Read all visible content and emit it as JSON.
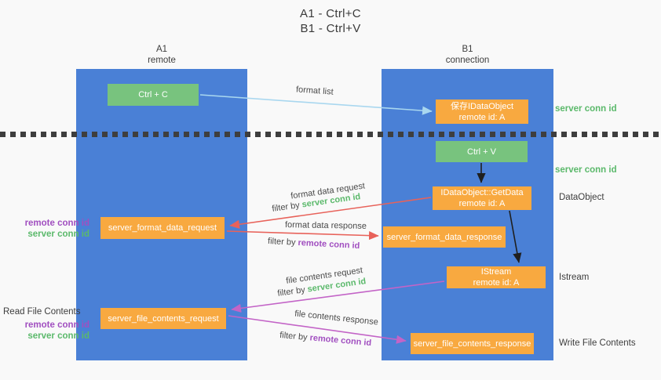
{
  "title": {
    "line1": "A1 - Ctrl+C",
    "line2": "B1 - Ctrl+V"
  },
  "lanes": {
    "a1": {
      "name": "A1",
      "subtitle": "remote"
    },
    "b1": {
      "name": "B1",
      "subtitle": "connection"
    }
  },
  "nodes": {
    "ctrl_c": {
      "label": "Ctrl + C"
    },
    "ctrl_v": {
      "label": "Ctrl + V"
    },
    "save_idataobject": {
      "line1": "保存IDataObject",
      "line2": "remote id: A"
    },
    "getdata": {
      "line1": "IDataObject::GetData",
      "line2": "remote id: A"
    },
    "istream": {
      "line1": "IStream",
      "line2": "remote id: A"
    },
    "format_request": {
      "label": "server_format_data_request"
    },
    "format_response": {
      "label": "server_format_data_response"
    },
    "file_request": {
      "label": "server_file_contents_request"
    },
    "file_response": {
      "label": "server_file_contents_response"
    }
  },
  "annotations": {
    "server_conn_id_top": "server conn id",
    "server_conn_id_mid": "server conn id",
    "dataobject": "DataObject",
    "istream": "Istream",
    "write_file_contents": "Write File Contents",
    "read_file_contents": "Read File Contents",
    "left_group1": {
      "remote": "remote conn id",
      "server": "server conn id"
    },
    "left_group2": {
      "remote": "remote conn id",
      "server": "server conn id"
    }
  },
  "flows": {
    "format_list": {
      "label": "format list"
    },
    "format_data_request": {
      "label": "format data request",
      "filter_prefix": "filter by ",
      "filter_value": "server conn id"
    },
    "format_data_response": {
      "label": "format data response",
      "filter_prefix": "filter by ",
      "filter_value": "remote conn id"
    },
    "file_contents_request": {
      "label": "file contents request",
      "filter_prefix": "filter by ",
      "filter_value": "server conn id"
    },
    "file_contents_response": {
      "label": "file contents response",
      "filter_prefix": "filter by ",
      "filter_value": "remote conn id"
    }
  },
  "colors": {
    "background": "#f9f9f9",
    "lane_blue": "#4a80d6",
    "node_orange": "#f8a940",
    "key_green": "#78c37e",
    "arrow_light_blue": "#a9d7ef",
    "arrow_red": "#e8625a",
    "arrow_magenta": "#c364c7",
    "arrow_black": "#1f1f1f",
    "text_green": "#5bb96b",
    "text_purple": "#a14fc0",
    "text_dark": "#3d3d3d"
  }
}
